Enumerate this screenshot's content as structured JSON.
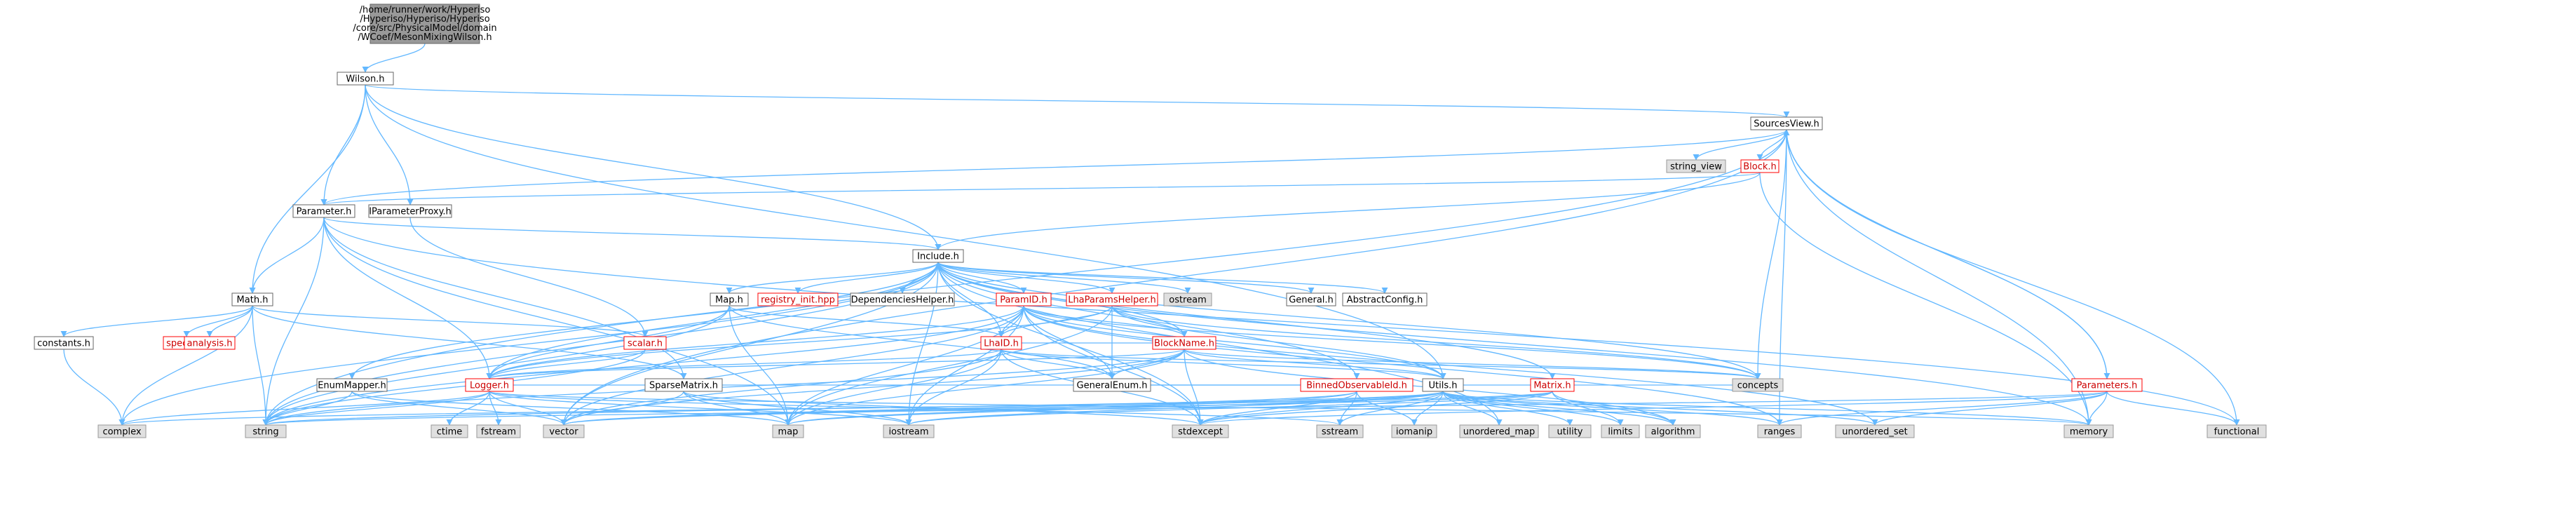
{
  "colors": {
    "edge": "#63b8ff",
    "box_fill": "#ffffff",
    "box_stroke": "#666666",
    "system_fill": "#e0e0e0",
    "system_stroke": "#999999",
    "root_fill": "#999999",
    "root_stroke": "#666666",
    "truncated_stroke": "#ff0000",
    "truncated_text": "#cc0000"
  },
  "root": {
    "label_lines": [
      "/home/runner/work/Hyperiso",
      "/Hyperiso/Hyperiso/Hyperiso",
      "/core/src/PhysicalModel/domain",
      "/WCoef/MesonMixingWilson.h"
    ]
  },
  "nodes": {
    "wilson": "Wilson.h",
    "sourcesview": "SourcesView.h",
    "string_view": "string_view",
    "block": "Block.h",
    "parameter": "Parameter.h",
    "iparameterproxy": "IParameterProxy.h",
    "include": "Include.h",
    "math": "Math.h",
    "map_h": "Map.h",
    "registry_init": "registry_init.hpp",
    "dependencies": "DependenciesHelper.h",
    "ostream": "ostream",
    "paramid": "ParamID.h",
    "lhaparams": "LhaParamsHelper.h",
    "general": "General.h",
    "abstractconfig": "AbstractConfig.h",
    "constants": "constants.h",
    "special": "special.h",
    "analysis": "analysis.h",
    "scalar": "scalar.h",
    "lhaid": "LhaID.h",
    "blockname": "BlockName.h",
    "enummapper": "EnumMapper.h",
    "sparsematrix": "SparseMatrix.h",
    "logger": "Logger.h",
    "generalenum": "GeneralEnum.h",
    "concepts": "concepts",
    "binned": "BinnedObservableId.h",
    "utils": "Utils.h",
    "matrix": "Matrix.h",
    "parameters": "Parameters.h",
    "complex": "complex",
    "string": "string",
    "ctime": "ctime",
    "fstream": "fstream",
    "vector": "vector",
    "map": "map",
    "iostream": "iostream",
    "stdexcept": "stdexcept",
    "sstream": "sstream",
    "iomanip": "iomanip",
    "unordered_map": "unordered_map",
    "utility": "utility",
    "limits": "limits",
    "algorithm": "algorithm",
    "ranges": "ranges",
    "unordered_set": "unordered_set",
    "memory": "memory",
    "functional": "functional"
  }
}
